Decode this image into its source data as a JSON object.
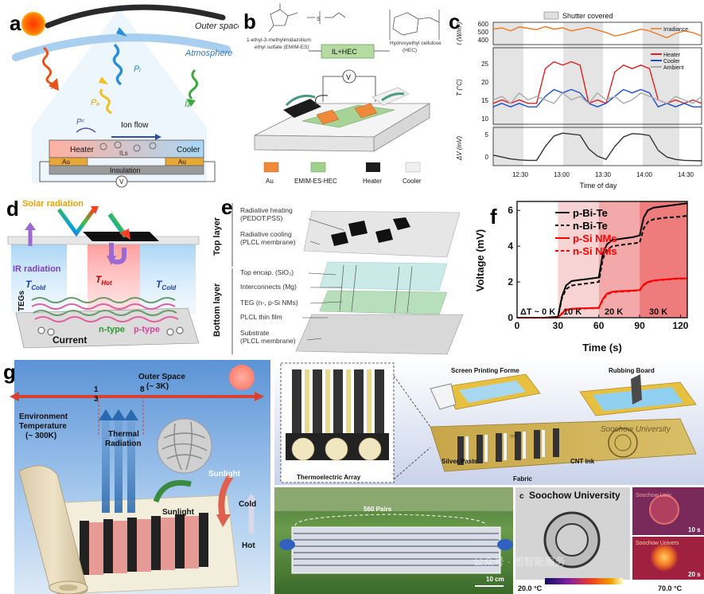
{
  "panel_a": {
    "label": "a",
    "outer_space": "Outer space",
    "atmosphere": "Atmosphere",
    "f_s": "Iₛ",
    "p_r": "Pᵣ",
    "p_a": "Pₐ",
    "i_a": "Iₐ",
    "p_c": "Pᶜ",
    "ion_flow": "Ion flow",
    "heater": "Heater",
    "cooler": "Cooler",
    "ils": "ILs",
    "au_left": "Au",
    "au_right": "Au",
    "insulation": "Insulation",
    "voltmeter": "V"
  },
  "panel_b": {
    "label": "b",
    "chem_left_1": "1-ethyl-3-methylimidazolium",
    "chem_left_2": "ethyl sulfate (EMIM-ES)",
    "chem_right_1": "Hydroxyethyl cellulose",
    "chem_right_2": "(HEC)",
    "mix": "IL+HEC",
    "voltmeter": "V",
    "legend": [
      "Au",
      "EMIM-ES-HEC",
      "Heater",
      "Cooler"
    ]
  },
  "panel_c": {
    "label": "c",
    "shutter": "Shutter covered",
    "irradiance_legend": "Irradiance",
    "irr_label": "I (W/m²)",
    "irr_ticks": [
      "600",
      "500",
      "400"
    ],
    "t_label": "T (°C)",
    "t_ticks": [
      "25",
      "20",
      "15",
      "10"
    ],
    "legend": [
      "Heater",
      "Cooler",
      "Ambient"
    ],
    "dv_label": "ΔV (mV)",
    "dv_ticks": [
      "5",
      "0"
    ],
    "x_ticks": [
      "12:30",
      "13:00",
      "13:30",
      "14:00",
      "14:30"
    ],
    "xlabel": "Time of day"
  },
  "panel_d": {
    "label": "d",
    "solar": "Solar radiation",
    "ir": "IR radiation",
    "t_cold_l": "T",
    "t_cold_l_sub": "Cold",
    "t_hot": "T",
    "t_hot_sub": "Hot",
    "t_cold_r": "T",
    "t_cold_r_sub": "Cold",
    "tegs": "TEGs",
    "n_type": "n-type",
    "p_type": "p-type",
    "current": "Current"
  },
  "panel_e": {
    "label": "e",
    "top_layer": "Top layer",
    "bottom_layer": "Bottom layer",
    "items": [
      "Radiative heating",
      "(PEDOT:PSS)",
      "Radiative cooling",
      "(PLCL membrane)",
      "Top encap. (SiO₂)",
      "Interconnects (Mg)",
      "TEG (n-, p-Si NMs)",
      "PLCL thin film",
      "Substrate",
      "(PLCL membrane)"
    ]
  },
  "panel_f": {
    "label": "f",
    "ylabel": "Voltage (mV)",
    "xlabel": "Time (s)",
    "legend": [
      "p-Bi-Te",
      "n-Bi-Te",
      "p-Si NMs",
      "n-Si NMs"
    ],
    "zone_labels": [
      "ΔT ~ 0 K",
      "10 K",
      "20 K",
      "30 K"
    ]
  },
  "panel_g": {
    "label": "g",
    "outer_space_1": "Outer Space",
    "outer_space_2": "(~ 3K)",
    "env_1": "Environment",
    "env_2": "Temperature",
    "env_3": "(~ 300K)",
    "n1": "1",
    "n3": "3",
    "n8": "8",
    "thermal_1": "Thermal",
    "thermal_2": "Radiation",
    "sunlight_1": "Sunlight",
    "sunlight_2": "Sunlight",
    "cold": "Cold",
    "hot": "Hot",
    "screen_printing": "Screen Printing Forme",
    "rubbing": "Rubbing Board",
    "thermo_array": "Thermoelectric Array",
    "silver_paste": "Silver Paste",
    "cnt_ink": "CNT Ink",
    "fabric": "Fabric",
    "soochow_fabric": "Soochow University",
    "pairs": "560 Pairs",
    "scale": "10 cm",
    "c_label": "c",
    "soochow_title": "Soochow University",
    "ir_small_1": "Soochow Univ",
    "ir_small_2": "Soochow Univers",
    "time_10": "10 s",
    "time_20": "20 s",
    "temp_min": "20.0 °C",
    "temp_max": "70.0 °C",
    "watermark": "公众号 · 图智能服务"
  },
  "chart_data": [
    {
      "type": "line",
      "title": "",
      "xlabel": "Time (s)",
      "ylabel": "Voltage (mV)",
      "xlim": [
        0,
        125
      ],
      "ylim": [
        0,
        6.5
      ],
      "x_ticks": [
        0,
        30,
        60,
        90,
        120
      ],
      "y_ticks": [
        0,
        2,
        4,
        6
      ],
      "x": [
        0,
        10,
        20,
        30,
        33,
        36,
        40,
        45,
        50,
        55,
        60,
        63,
        66,
        70,
        75,
        80,
        85,
        90,
        93,
        96,
        100,
        105,
        110,
        115,
        120,
        125
      ],
      "series": [
        {
          "name": "p-Bi-Te",
          "color": "#000000",
          "style": "solid",
          "values": [
            0,
            0,
            0,
            0.05,
            1.2,
            1.8,
            2.05,
            2.1,
            2.15,
            2.2,
            2.25,
            3.6,
            4.1,
            4.35,
            4.4,
            4.45,
            4.5,
            4.6,
            5.6,
            6.0,
            6.15,
            6.2,
            6.25,
            6.3,
            6.35,
            6.4
          ]
        },
        {
          "name": "n-Bi-Te",
          "color": "#000000",
          "style": "dashed",
          "values": [
            0,
            0,
            0,
            0.05,
            1.1,
            1.6,
            1.8,
            1.85,
            1.9,
            1.95,
            2.0,
            3.3,
            3.8,
            4.0,
            4.05,
            4.1,
            4.15,
            4.2,
            5.0,
            5.35,
            5.5,
            5.55,
            5.6,
            5.62,
            5.65,
            5.7
          ]
        },
        {
          "name": "p-Si NMs",
          "color": "#ff0000",
          "style": "solid",
          "values": [
            0,
            0,
            0,
            0,
            0.25,
            0.45,
            0.5,
            0.52,
            0.53,
            0.54,
            0.55,
            1.05,
            1.35,
            1.45,
            1.48,
            1.5,
            1.52,
            1.55,
            1.85,
            2.0,
            2.08,
            2.12,
            2.15,
            2.18,
            2.2,
            2.2
          ]
        },
        {
          "name": "n-Si NMs",
          "color": "#ff0000",
          "style": "dashed",
          "values": [
            0,
            0,
            0,
            0,
            0.22,
            0.42,
            0.48,
            0.5,
            0.51,
            0.52,
            0.53,
            1.0,
            1.3,
            1.42,
            1.45,
            1.47,
            1.5,
            1.52,
            1.82,
            1.97,
            2.05,
            2.1,
            2.13,
            2.16,
            2.18,
            2.18
          ]
        }
      ],
      "zones": [
        {
          "label": "ΔT ~ 0 K",
          "x": [
            0,
            30
          ],
          "color": "#ffffff"
        },
        {
          "label": "10 K",
          "x": [
            30,
            60
          ],
          "color": "#f7d3d3"
        },
        {
          "label": "20 K",
          "x": [
            60,
            90
          ],
          "color": "#f3a9a9"
        },
        {
          "label": "30 K",
          "x": [
            90,
            125
          ],
          "color": "#ee7c7c"
        }
      ]
    },
    {
      "type": "line",
      "title": "",
      "xlabel": "Time of day",
      "ylabel": "I (W/m²) / T (°C) / ΔV (mV)",
      "x_ticks": [
        "12:30",
        "13:00",
        "13:30",
        "14:00",
        "14:30"
      ],
      "subplots": [
        {
          "ylabel": "I (W/m²)",
          "ylim": [
            380,
            640
          ],
          "series": [
            {
              "name": "Irradiance",
              "color": "#f07820",
              "values": [
                560,
                575,
                540,
                585,
                570,
                555,
                590,
                560,
                575,
                540,
                560,
                580,
                550,
                520,
                480,
                500,
                530,
                560,
                540,
                500,
                460,
                510,
                540,
                520,
                480
              ]
            }
          ]
        },
        {
          "ylabel": "T (°C)",
          "ylim": [
            8,
            30
          ],
          "series": [
            {
              "name": "Heater",
              "color": "#e02020",
              "values": [
                14,
                15,
                14,
                15,
                14,
                14,
                24,
                26,
                25,
                26,
                25,
                14,
                15,
                14,
                23,
                25,
                24,
                25,
                24,
                15,
                14,
                15,
                14,
                15,
                14
              ]
            },
            {
              "name": "Cooler",
              "color": "#2050d0",
              "values": [
                13,
                14,
                13,
                14,
                13,
                13,
                16,
                18,
                17,
                18,
                17,
                14,
                13,
                14,
                16,
                18,
                17,
                18,
                17,
                13,
                14,
                13,
                14,
                13,
                13
              ]
            },
            {
              "name": "Ambient",
              "color": "#aaaaaa",
              "values": [
                15,
                16,
                14,
                17,
                15,
                16,
                15,
                14,
                17,
                15,
                16,
                14,
                17,
                15,
                16,
                14,
                15,
                17,
                16,
                15,
                14,
                16,
                15,
                14,
                16
              ]
            }
          ]
        },
        {
          "ylabel": "ΔV (mV)",
          "ylim": [
            -1,
            7
          ],
          "series": [
            {
              "name": "ΔV",
              "color": "#333333",
              "values": [
                1.2,
                0.8,
                0.4,
                0.2,
                0.1,
                0.1,
                3.0,
                5.2,
                5.8,
                5.6,
                5.4,
                2.5,
                1.0,
                0.3,
                3.0,
                5.0,
                5.7,
                5.6,
                5.3,
                2.2,
                0.8,
                0.3,
                0.1,
                0.05,
                0
              ]
            }
          ]
        }
      ]
    }
  ]
}
